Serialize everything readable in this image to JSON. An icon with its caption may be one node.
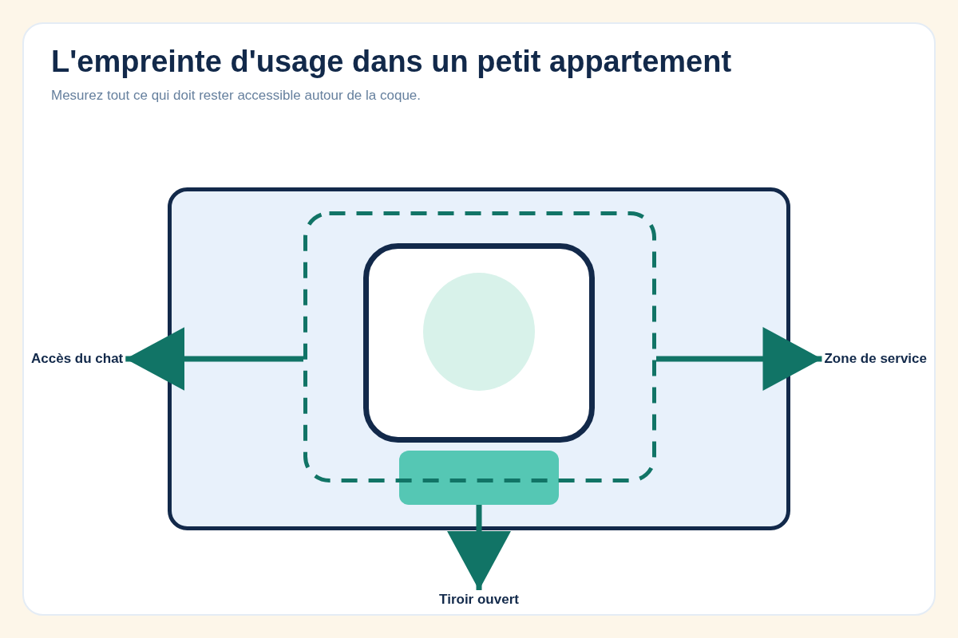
{
  "diagram": {
    "title": "L'empreinte d'usage dans un petit appartement",
    "nodes": [
      {
        "text": [],
        "shape": "box"
      },
      {
        "text": [],
        "shape": "box",
        "in": 0
      },
      {
        "text": [],
        "shape": "box",
        "in": 1
      },
      {
        "text": [],
        "shape": "ellipse",
        "in": 2
      },
      {
        "text": [
          "Accès du chat"
        ]
      },
      {
        "text": [
          "Zone de service"
        ]
      },
      {
        "text": [],
        "shape": "box",
        "in": 0
      },
      {
        "text": [
          "Tiroir ouvert"
        ]
      }
    ],
    "edges": [
      {
        "from": 1,
        "to": 4,
        "arrow": "to"
      },
      {
        "from": 1,
        "to": 5,
        "arrow": "to"
      },
      {
        "from": 6,
        "to": 7,
        "arrow": "to"
      }
    ],
    "labels": [
      "Mesurez tout ce qui doit rester accessible autour de la coque."
    ]
  }
}
